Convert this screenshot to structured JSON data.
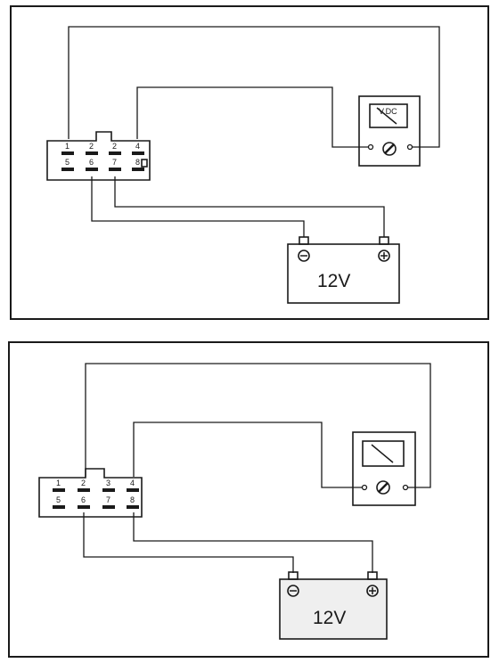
{
  "diagrams": [
    {
      "connector": {
        "pin_labels_top": [
          "1",
          "2",
          "2",
          "4"
        ],
        "pin_labels_bottom": [
          "5",
          "6",
          "7",
          "8"
        ]
      },
      "meter": {
        "scale_text": "V.DC"
      },
      "battery": {
        "voltage_label": "12V",
        "negative_symbol": "⊖",
        "positive_symbol": "⊕"
      }
    },
    {
      "connector": {
        "pin_labels_top": [
          "1",
          "2",
          "3",
          "4"
        ],
        "pin_labels_bottom": [
          "5",
          "6",
          "7",
          "8"
        ]
      },
      "meter": {
        "scale_text": ""
      },
      "battery": {
        "voltage_label": "12V",
        "negative_symbol": "⊖",
        "positive_symbol": "⊕"
      }
    }
  ]
}
